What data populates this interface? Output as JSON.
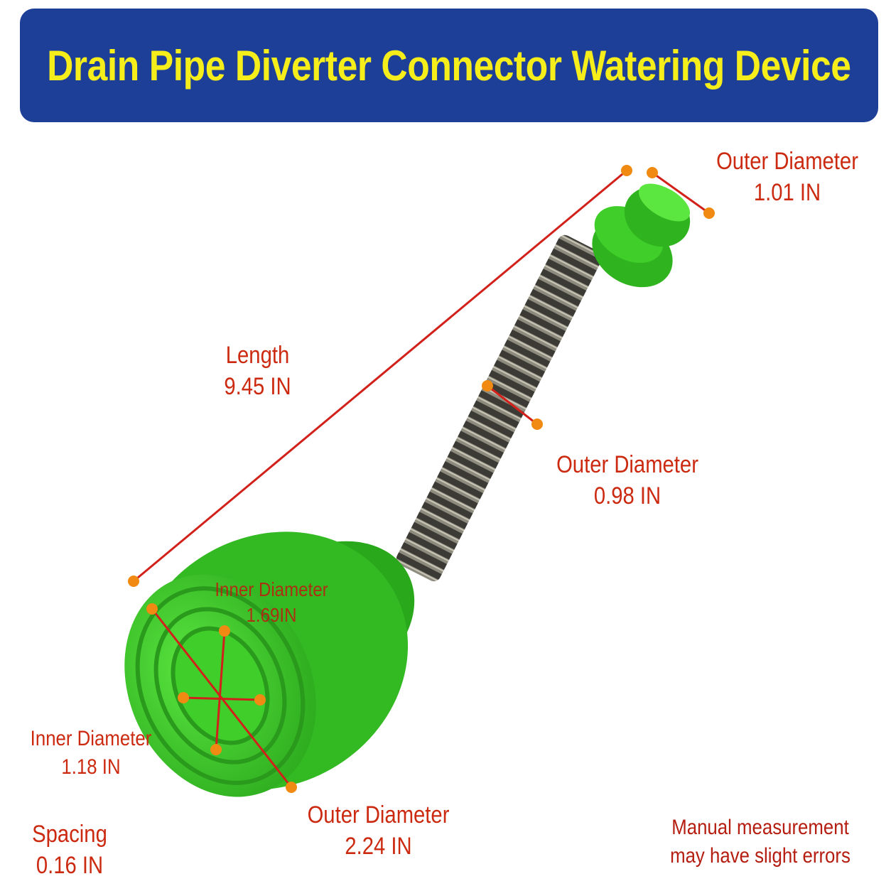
{
  "banner": {
    "title": "Drain Pipe Diverter Connector Watering Device"
  },
  "colors": {
    "banner_bg": "#1e3f98",
    "banner_text": "#f5ee1a",
    "label_red": "#cc2a10",
    "marker_orange": "#f08a12",
    "part_green": "#3fce2a",
    "spring_gray": "#55524a"
  },
  "measurements": {
    "top_outer": {
      "title": "Outer Diameter",
      "value": "1.01 IN"
    },
    "length": {
      "title": "Length",
      "value": "9.45 IN"
    },
    "spring_outer": {
      "title": "Outer Diameter",
      "value": "0.98 IN"
    },
    "base_inner": {
      "title": "Inner Diameter",
      "value": "1.69IN"
    },
    "ring_inner": {
      "title": "Inner Diameter",
      "value": "1.18 IN"
    },
    "base_outer": {
      "title": "Outer Diameter",
      "value": "2.24 IN"
    },
    "spacing": {
      "title": "Spacing",
      "value": "0.16 IN"
    }
  },
  "note": {
    "line1": "Manual measurement",
    "line2": "may have slight errors"
  }
}
